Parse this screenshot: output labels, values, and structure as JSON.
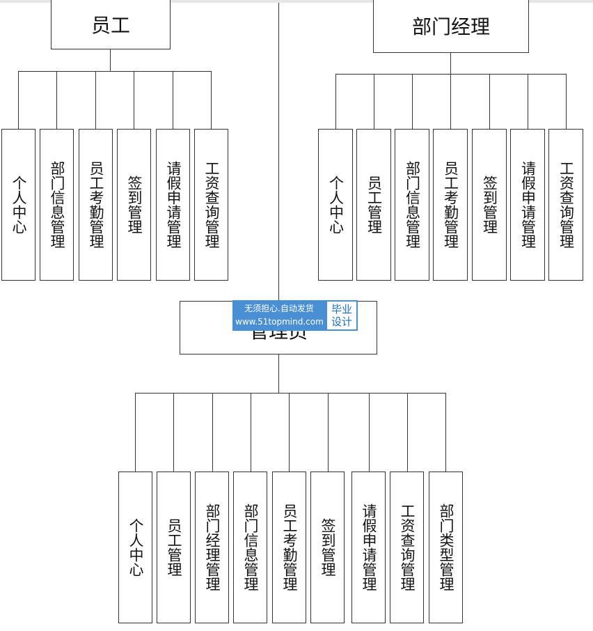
{
  "diagram": {
    "employee": {
      "title": "员工",
      "modules": [
        "个人中心",
        "部门信息管理",
        "员工考勤管理",
        "签到管理",
        "请假申请管理",
        "工资查询管理"
      ]
    },
    "manager": {
      "title": "部门经理",
      "modules": [
        "个人中心",
        "员工管理",
        "部门信息管理",
        "员工考勤管理",
        "签到管理",
        "请假申请管理",
        "工资查询管理"
      ]
    },
    "admin": {
      "title": "管理员",
      "modules": [
        "个人中心",
        "员工管理",
        "部门经理管理",
        "部门信息管理",
        "员工考勤管理",
        "签到管理",
        "请假申请管理",
        "工资查询管理",
        "部门类型管理"
      ]
    }
  },
  "watermark": {
    "line1": "无须担心.自动发货",
    "line2": "www.51topmind.com",
    "side1": "毕业",
    "side2": "设计"
  }
}
